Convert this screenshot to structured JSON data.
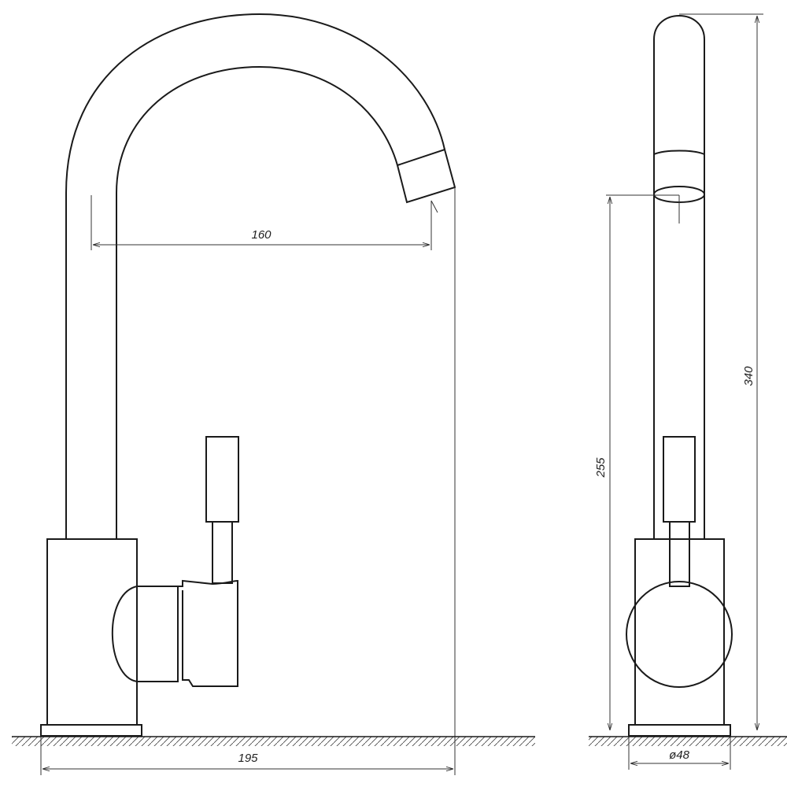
{
  "dimensions": {
    "spout_reach": "160",
    "total_width": "195",
    "total_height": "340",
    "spout_height": "255",
    "base_diameter": "ø48"
  },
  "colors": {
    "line": "#1a1a1a",
    "dim_line": "#333333",
    "background": "#ffffff"
  }
}
